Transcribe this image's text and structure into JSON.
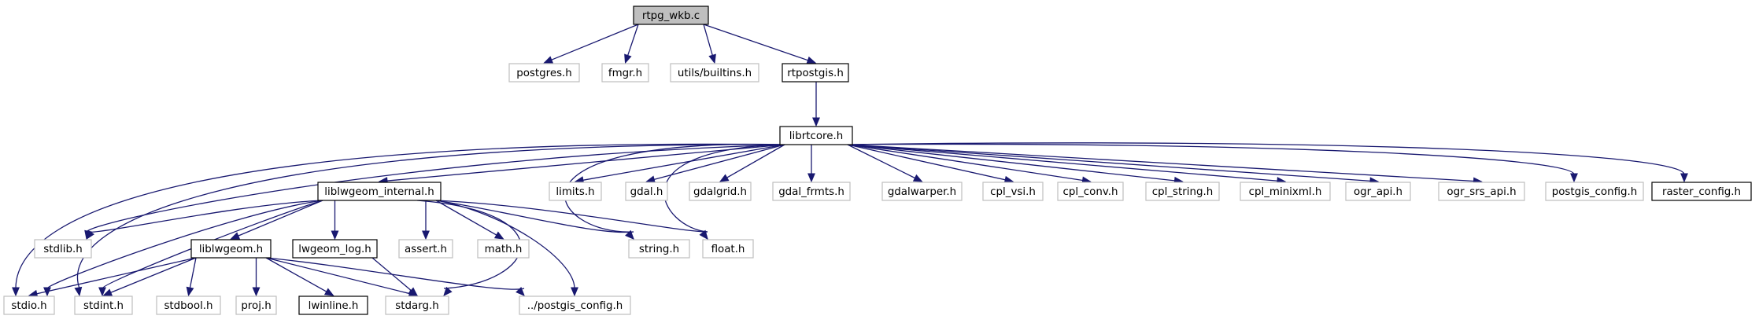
{
  "colors": {
    "edge": "#191970",
    "root_fill": "#bfbfbf",
    "external_border": "#bfbfbf",
    "documented_border": "#000000"
  },
  "nodes": [
    {
      "id": "rtpg_wkb",
      "label": "rtpg_wkb.c",
      "kind": "root"
    },
    {
      "id": "postgres",
      "label": "postgres.h",
      "kind": "ext"
    },
    {
      "id": "fmgr",
      "label": "fmgr.h",
      "kind": "ext"
    },
    {
      "id": "builtins",
      "label": "utils/builtins.h",
      "kind": "ext"
    },
    {
      "id": "rtpostgis",
      "label": "rtpostgis.h",
      "kind": "doc"
    },
    {
      "id": "librtcore",
      "label": "librtcore.h",
      "kind": "doc"
    },
    {
      "id": "liblwgeom_internal",
      "label": "liblwgeom_internal.h",
      "kind": "doc"
    },
    {
      "id": "limits",
      "label": "limits.h",
      "kind": "ext"
    },
    {
      "id": "gdal",
      "label": "gdal.h",
      "kind": "ext"
    },
    {
      "id": "gdalgrid",
      "label": "gdalgrid.h",
      "kind": "ext"
    },
    {
      "id": "gdal_frmts",
      "label": "gdal_frmts.h",
      "kind": "ext"
    },
    {
      "id": "gdalwarper",
      "label": "gdalwarper.h",
      "kind": "ext"
    },
    {
      "id": "cpl_vsi",
      "label": "cpl_vsi.h",
      "kind": "ext"
    },
    {
      "id": "cpl_conv",
      "label": "cpl_conv.h",
      "kind": "ext"
    },
    {
      "id": "cpl_string",
      "label": "cpl_string.h",
      "kind": "ext"
    },
    {
      "id": "cpl_minixml",
      "label": "cpl_minixml.h",
      "kind": "ext"
    },
    {
      "id": "ogr_api",
      "label": "ogr_api.h",
      "kind": "ext"
    },
    {
      "id": "ogr_srs_api",
      "label": "ogr_srs_api.h",
      "kind": "ext"
    },
    {
      "id": "postgis_config",
      "label": "postgis_config.h",
      "kind": "ext"
    },
    {
      "id": "raster_config",
      "label": "raster_config.h",
      "kind": "doc"
    },
    {
      "id": "stdlib",
      "label": "stdlib.h",
      "kind": "ext"
    },
    {
      "id": "liblwgeom",
      "label": "liblwgeom.h",
      "kind": "doc"
    },
    {
      "id": "lwgeom_log",
      "label": "lwgeom_log.h",
      "kind": "doc"
    },
    {
      "id": "assert",
      "label": "assert.h",
      "kind": "ext"
    },
    {
      "id": "math",
      "label": "math.h",
      "kind": "ext"
    },
    {
      "id": "string",
      "label": "string.h",
      "kind": "ext"
    },
    {
      "id": "float",
      "label": "float.h",
      "kind": "ext"
    },
    {
      "id": "stdio",
      "label": "stdio.h",
      "kind": "ext"
    },
    {
      "id": "stdint",
      "label": "stdint.h",
      "kind": "ext"
    },
    {
      "id": "stdbool",
      "label": "stdbool.h",
      "kind": "ext"
    },
    {
      "id": "proj",
      "label": "proj.h",
      "kind": "ext"
    },
    {
      "id": "lwinline",
      "label": "lwinline.h",
      "kind": "doc"
    },
    {
      "id": "stdarg",
      "label": "stdarg.h",
      "kind": "ext"
    },
    {
      "id": "dot_postgis_config",
      "label": "../postgis_config.h",
      "kind": "ext"
    }
  ],
  "edges": [
    [
      "rtpg_wkb",
      "postgres"
    ],
    [
      "rtpg_wkb",
      "fmgr"
    ],
    [
      "rtpg_wkb",
      "builtins"
    ],
    [
      "rtpg_wkb",
      "rtpostgis"
    ],
    [
      "rtpostgis",
      "librtcore"
    ],
    [
      "librtcore",
      "stdio"
    ],
    [
      "librtcore",
      "stdint"
    ],
    [
      "librtcore",
      "stdlib"
    ],
    [
      "librtcore",
      "liblwgeom_internal"
    ],
    [
      "librtcore",
      "string"
    ],
    [
      "librtcore",
      "float"
    ],
    [
      "librtcore",
      "limits"
    ],
    [
      "librtcore",
      "gdal"
    ],
    [
      "librtcore",
      "gdalgrid"
    ],
    [
      "librtcore",
      "gdal_frmts"
    ],
    [
      "librtcore",
      "gdalwarper"
    ],
    [
      "librtcore",
      "cpl_vsi"
    ],
    [
      "librtcore",
      "cpl_conv"
    ],
    [
      "librtcore",
      "cpl_string"
    ],
    [
      "librtcore",
      "cpl_minixml"
    ],
    [
      "librtcore",
      "ogr_api"
    ],
    [
      "librtcore",
      "ogr_srs_api"
    ],
    [
      "librtcore",
      "postgis_config"
    ],
    [
      "librtcore",
      "raster_config"
    ],
    [
      "liblwgeom_internal",
      "stdlib"
    ],
    [
      "liblwgeom_internal",
      "stdio"
    ],
    [
      "liblwgeom_internal",
      "stdint"
    ],
    [
      "liblwgeom_internal",
      "liblwgeom"
    ],
    [
      "liblwgeom_internal",
      "lwgeom_log"
    ],
    [
      "liblwgeom_internal",
      "assert"
    ],
    [
      "liblwgeom_internal",
      "math"
    ],
    [
      "liblwgeom_internal",
      "string"
    ],
    [
      "liblwgeom_internal",
      "float"
    ],
    [
      "liblwgeom_internal",
      "stdarg"
    ],
    [
      "liblwgeom_internal",
      "dot_postgis_config"
    ],
    [
      "liblwgeom",
      "stdio"
    ],
    [
      "liblwgeom",
      "stdint"
    ],
    [
      "liblwgeom",
      "stdbool"
    ],
    [
      "liblwgeom",
      "proj"
    ],
    [
      "liblwgeom",
      "lwinline"
    ],
    [
      "liblwgeom",
      "stdarg"
    ],
    [
      "liblwgeom",
      "dot_postgis_config"
    ],
    [
      "lwgeom_log",
      "stdarg"
    ]
  ]
}
